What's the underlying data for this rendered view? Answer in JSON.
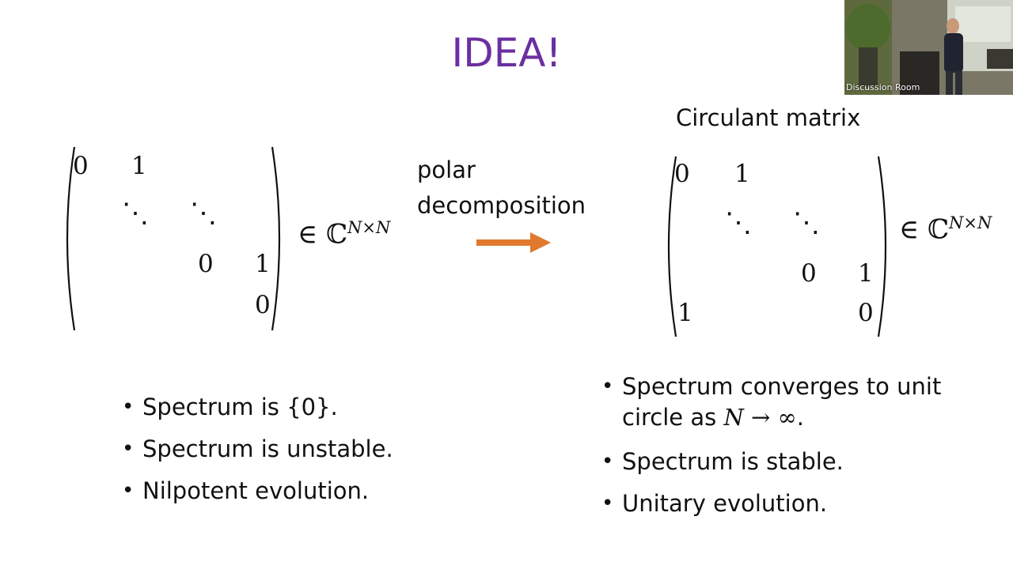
{
  "title": "IDEA!",
  "left_matrix": {
    "row1": [
      "0",
      "1"
    ],
    "dots": [
      "⋱",
      "⋱"
    ],
    "row3": [
      "0",
      "1"
    ],
    "row4": [
      "0"
    ],
    "membership": "∈ ℂ",
    "superscript": "N×N"
  },
  "middle": {
    "line1": "polar",
    "line2": "decomposition",
    "arrow_color": "#e0792d"
  },
  "right_matrix": {
    "heading": "Circulant matrix",
    "row1": [
      "0",
      "1"
    ],
    "dots": [
      "⋱",
      "⋱"
    ],
    "row3": [
      "0",
      "1"
    ],
    "row4": [
      "1",
      "0"
    ],
    "membership": "∈ ℂ",
    "superscript": "N×N"
  },
  "left_bullets": [
    "Spectrum is {0}.",
    "Spectrum is unstable.",
    "Nilpotent evolution."
  ],
  "right_bullets": {
    "b1_line1": "Spectrum converges to unit",
    "b1_line2_pre": "circle as ",
    "b1_line2_math": "N → ∞",
    "b1_line2_post": ".",
    "b2": "Spectrum is stable.",
    "b3": "Unitary evolution."
  },
  "webcam": {
    "caption": "Discussion Room"
  },
  "colors": {
    "title": "#6b2fa0",
    "arrow": "#e0792d"
  }
}
